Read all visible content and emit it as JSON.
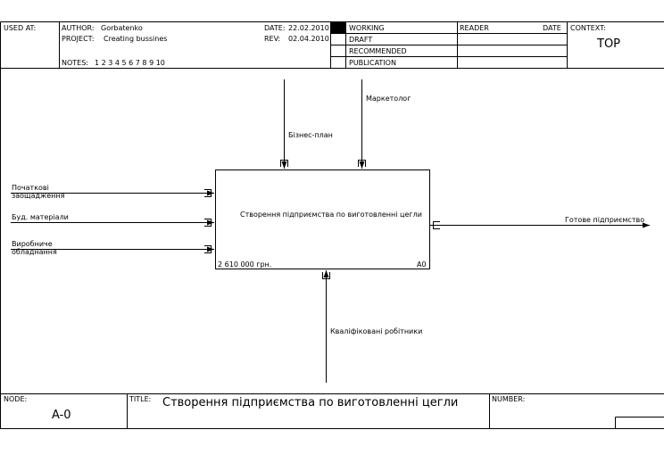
{
  "header": {
    "used_at_label": "USED AT:",
    "author_label": "AUTHOR:",
    "author": "Gorbatenko",
    "project_label": "PROJECT:",
    "project": "Creating bussines",
    "date_label": "DATE:",
    "date": "22.02.2010",
    "rev_label": "REV:",
    "rev": "02.04.2010",
    "notes_label": "NOTES:",
    "notes": "1  2  3  4  5  6  7  8  9  10",
    "status": [
      "WORKING",
      "DRAFT",
      "RECOMMENDED",
      "PUBLICATION"
    ],
    "reader_label": "READER",
    "reader_date_label": "DATE",
    "context_label": "CONTEXT:",
    "context_value": "TOP"
  },
  "diagram": {
    "activity": {
      "name": "Створення підприємства по виготовленні цегли",
      "cost": "2 610 000 грн.",
      "node": "A0"
    },
    "controls": [
      "Бізнес-план",
      "Маркетолог"
    ],
    "inputs": [
      [
        "Початкові",
        "заощадження"
      ],
      [
        "Буд. матеріали"
      ],
      [
        "Виробниче",
        "обладнання"
      ]
    ],
    "outputs": [
      "Готове підприємство"
    ],
    "mechanisms": [
      "Кваліфіковані робітники"
    ]
  },
  "footer": {
    "node_label": "NODE:",
    "node_value": "A-0",
    "title_label": "TITLE:",
    "title_value": "Створення підприємства по виготовленні цегли",
    "number_label": "NUMBER:"
  }
}
